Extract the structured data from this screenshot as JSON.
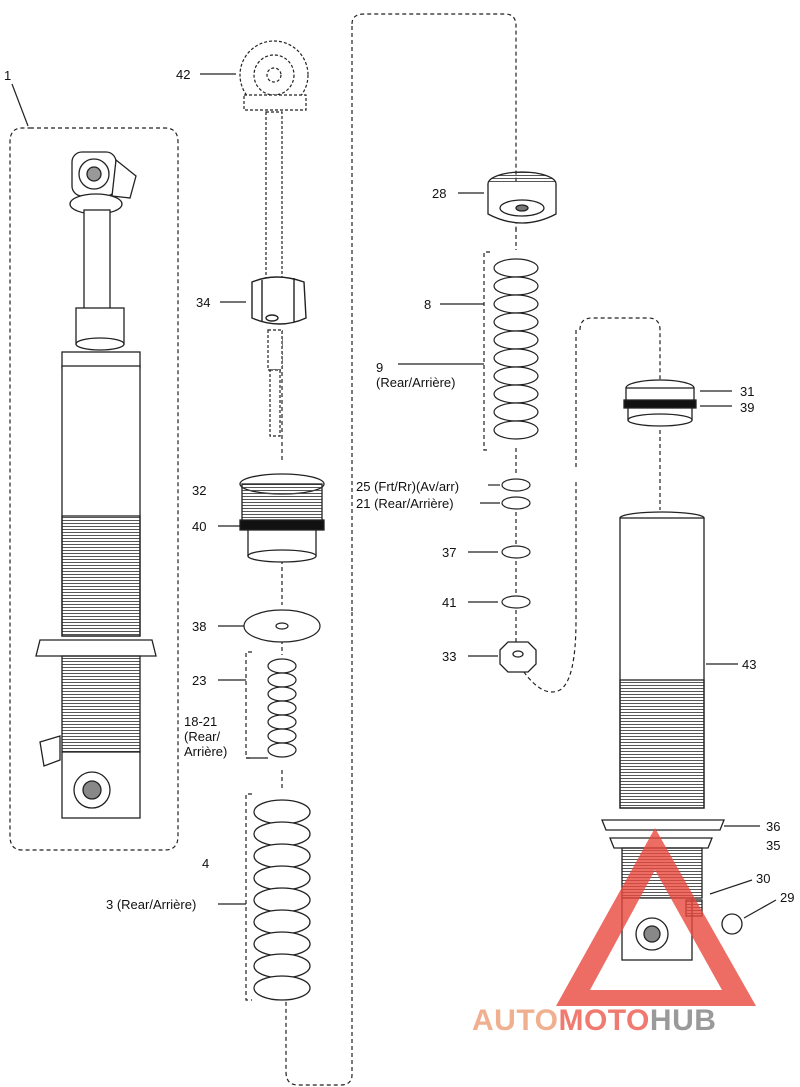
{
  "labels": {
    "l1": "1",
    "l42": "42",
    "l34": "34",
    "l32": "32",
    "l40": "40",
    "l38": "38",
    "l23": "23",
    "l18_21": "18-21\n(Rear/\nArrière)",
    "l4": "4",
    "l3": "3 (Rear/Arrière)",
    "l28": "28",
    "l8": "8",
    "l9": "9\n(Rear/Arrière)",
    "l25": "25 (Frt/Rr)(Av/arr)",
    "l21": "21 (Rear/Arrière)",
    "l37": "37",
    "l41": "41",
    "l33": "33",
    "l31": "31",
    "l39": "39",
    "l43": "43",
    "l36": "36",
    "l35": "35",
    "l30": "30",
    "l29": "29"
  },
  "watermark": {
    "part1": "AUTO",
    "part2": "MOTO",
    "part3": "HUB",
    "color1": "#f0b090",
    "color2": "#f07a70",
    "color3": "#9a9a9a"
  },
  "colors": {
    "line": "#222222",
    "fill": "#ffffff",
    "hatch": "#555555",
    "triangle": "#e8473d"
  }
}
